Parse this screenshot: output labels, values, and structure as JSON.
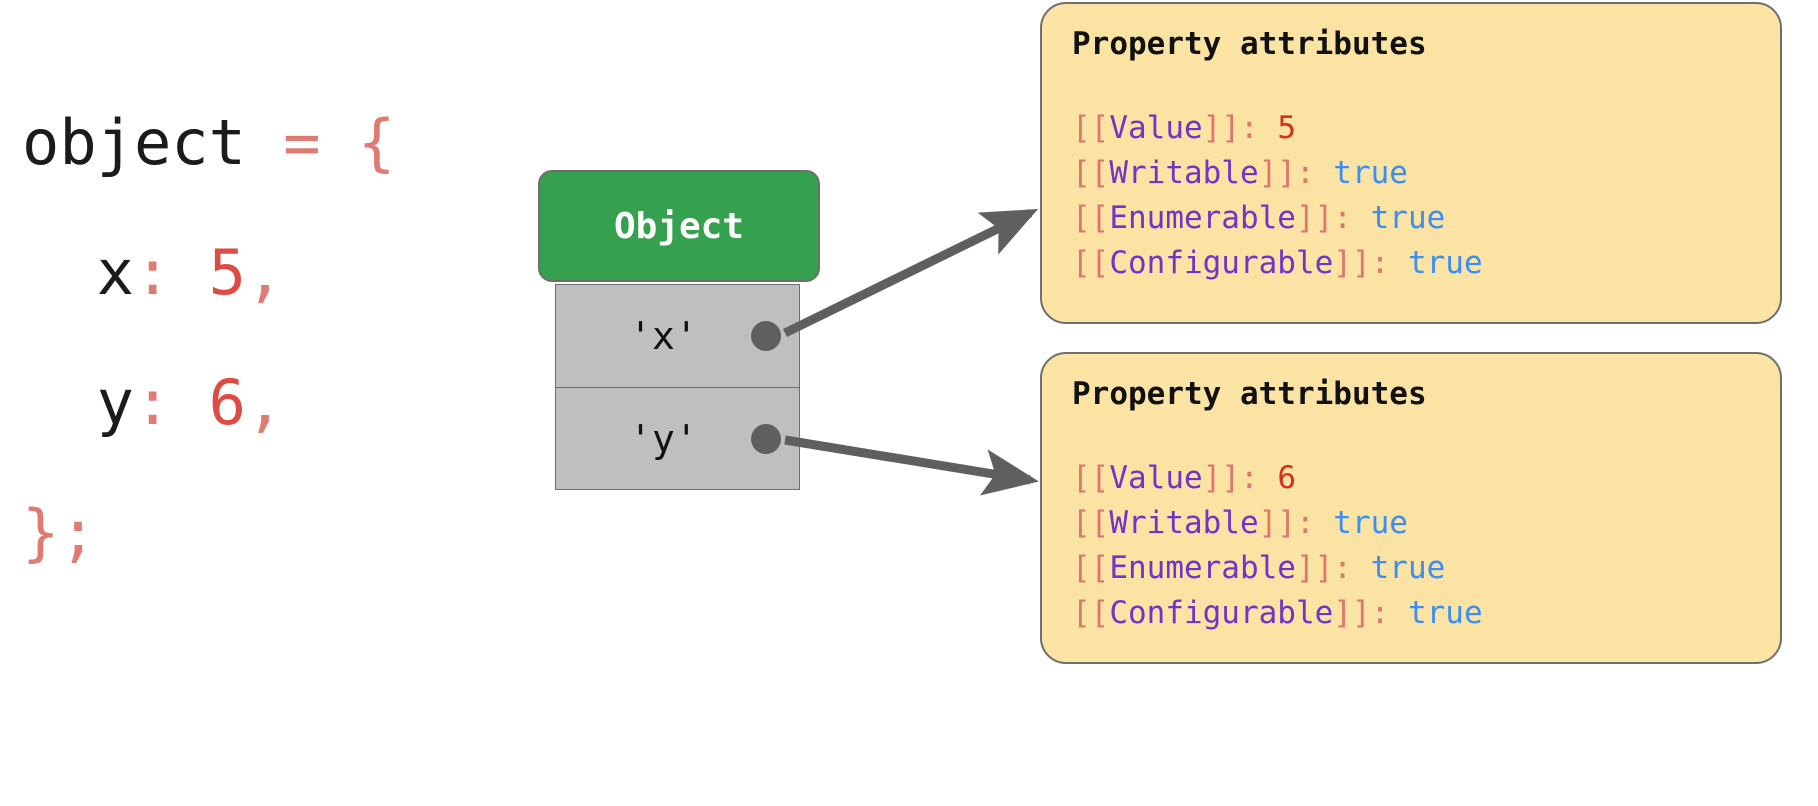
{
  "diagram": {
    "title": "JavaScript object property attributes diagram",
    "colors": {
      "object_header_green": "#35a14e",
      "slot_gray": "#bfbfbf",
      "card_yellow": "#fae3a3",
      "border_gray": "#6e6e6e",
      "arrow_gray": "#5f5f5f",
      "punct_salmon": "#e0756c",
      "name_purple": "#6f35c9",
      "bool_blue": "#3c8ef2",
      "number_red": "#d62f22"
    }
  },
  "code": {
    "lines": [
      {
        "parts": [
          {
            "text": "object ",
            "class": "tok-plain"
          },
          {
            "text": "= ",
            "class": "tok-punct"
          },
          {
            "text": "{",
            "class": "tok-punct"
          }
        ]
      },
      {
        "parts": [
          {
            "text": "  x",
            "class": "tok-plain"
          },
          {
            "text": ": ",
            "class": "tok-punct"
          },
          {
            "text": "5",
            "class": "tok-num"
          },
          {
            "text": ",",
            "class": "tok-punct"
          }
        ]
      },
      {
        "parts": [
          {
            "text": "  y",
            "class": "tok-plain"
          },
          {
            "text": ": ",
            "class": "tok-punct"
          },
          {
            "text": "6",
            "class": "tok-num"
          },
          {
            "text": ",",
            "class": "tok-punct"
          }
        ]
      },
      {
        "parts": [
          {
            "text": "}",
            "class": "tok-punct"
          },
          {
            "text": ";",
            "class": "tok-punct"
          }
        ]
      }
    ]
  },
  "object_box": {
    "header_label": "Object",
    "slots": [
      {
        "key": "'x'",
        "dot": "property-pointer-dot"
      },
      {
        "key": "'y'",
        "dot": "property-pointer-dot"
      }
    ]
  },
  "attribute_cards": [
    {
      "id": "attrs-x",
      "title": "Property attributes",
      "rows": [
        {
          "open": "[[",
          "name": "Value",
          "close": "]]",
          "colon": ": ",
          "value": "5",
          "value_kind": "number"
        },
        {
          "open": "[[",
          "name": "Writable",
          "close": "]]",
          "colon": ": ",
          "value": "true",
          "value_kind": "boolean"
        },
        {
          "open": "[[",
          "name": "Enumerable",
          "close": "]]",
          "colon": ": ",
          "value": "true",
          "value_kind": "boolean"
        },
        {
          "open": "[[",
          "name": "Configurable",
          "close": "]]",
          "colon": ": ",
          "value": "true",
          "value_kind": "boolean"
        }
      ]
    },
    {
      "id": "attrs-y",
      "title": "Property attributes",
      "rows": [
        {
          "open": "[[",
          "name": "Value",
          "close": "]]",
          "colon": ": ",
          "value": "6",
          "value_kind": "number"
        },
        {
          "open": "[[",
          "name": "Writable",
          "close": "]]",
          "colon": ": ",
          "value": "true",
          "value_kind": "boolean"
        },
        {
          "open": "[[",
          "name": "Enumerable",
          "close": "]]",
          "colon": ": ",
          "value": "true",
          "value_kind": "boolean"
        },
        {
          "open": "[[",
          "name": "Configurable",
          "close": "]]",
          "colon": ": ",
          "value": "true",
          "value_kind": "boolean"
        }
      ]
    }
  ],
  "arrows": [
    {
      "name": "arrow-x-to-attrs",
      "from": "slot-x-dot",
      "to": "attrs-x"
    },
    {
      "name": "arrow-y-to-attrs",
      "from": "slot-y-dot",
      "to": "attrs-y"
    }
  ]
}
